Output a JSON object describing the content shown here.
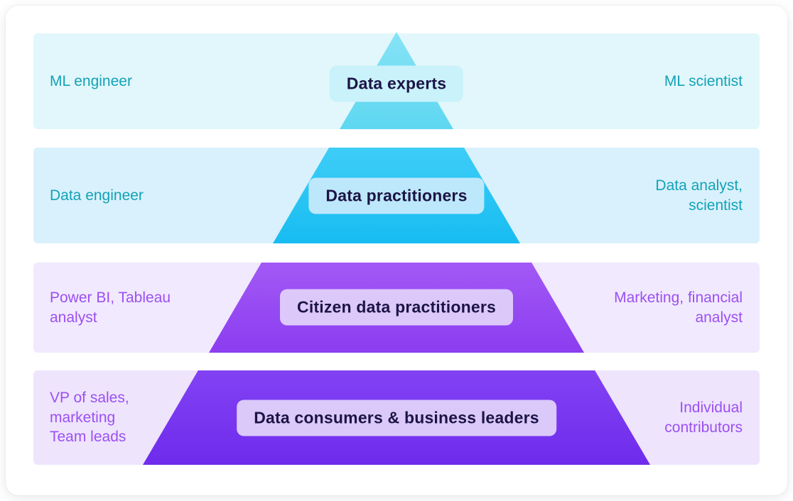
{
  "diagram": {
    "type": "pyramid",
    "tiers": [
      {
        "title": "Data experts",
        "left_roles": "ML engineer",
        "right_roles": "ML scientist",
        "band_bg": "#e2f7fb",
        "shape_top": "#87e3f6",
        "shape_bottom": "#5ed7f1",
        "pill_bg": "#c9f2fb",
        "side_color": "#13a2b7"
      },
      {
        "title": "Data practitioners",
        "left_roles": "Data engineer",
        "right_roles": "Data analyst,\nscientist",
        "band_bg": "#d9f1fc",
        "shape_top": "#3ecdf7",
        "shape_bottom": "#17bcf1",
        "pill_bg": "#bde8fb",
        "side_color": "#13a2b7"
      },
      {
        "title": "Citizen data practitioners",
        "left_roles": "Power BI, Tableau\nanalyst",
        "right_roles": "Marketing, financial\nanalyst",
        "band_bg": "#f1e9fd",
        "shape_top": "#a259f5",
        "shape_bottom": "#8b3df0",
        "pill_bg": "#dcc9fa",
        "side_color": "#9b50f3"
      },
      {
        "title": "Data consumers & business leaders",
        "left_roles": "VP of sales,\nmarketing\nTeam leads",
        "right_roles": "Individual\ncontributors",
        "band_bg": "#eee4fc",
        "shape_top": "#8242f3",
        "shape_bottom": "#6f2bec",
        "pill_bg": "#dac9f9",
        "side_color": "#9b50f3"
      }
    ]
  }
}
